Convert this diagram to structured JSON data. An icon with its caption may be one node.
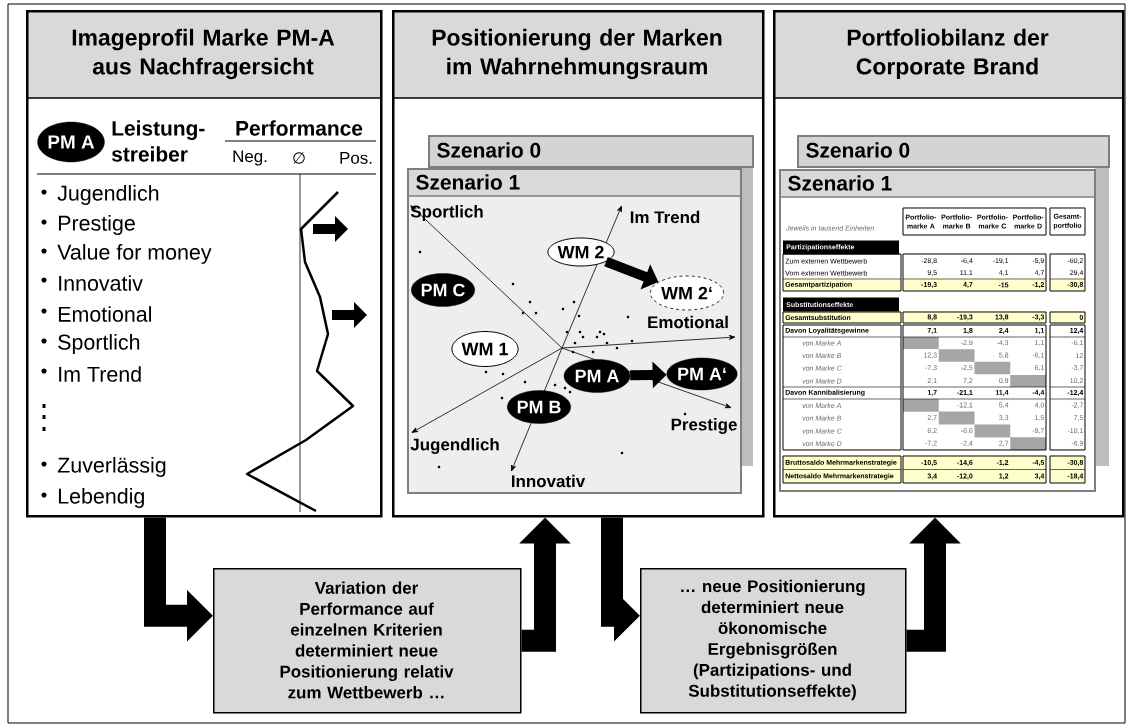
{
  "diagram": {
    "nodes": [
      {
        "text": [
          "Imageprofil Marke PM-A aus Nachfragersicht"
        ]
      },
      {
        "text": [
          "PM A"
        ],
        "in": 0
      },
      {
        "text": [
          "Positionierung der Marken im Wahrnehmungsraum"
        ]
      },
      {
        "text": [
          "Szenario 0"
        ],
        "in": 2
      },
      {
        "text": [
          "Szenario 1"
        ],
        "in": 2
      },
      {
        "text": [
          "WM 2"
        ],
        "in": 4
      },
      {
        "text": [
          "WM 2‘"
        ],
        "in": 4
      },
      {
        "text": [
          "PM C"
        ],
        "in": 4
      },
      {
        "text": [
          "WM 1"
        ],
        "in": 4
      },
      {
        "text": [
          "PM A"
        ],
        "in": 4
      },
      {
        "text": [
          "PM A‘"
        ],
        "in": 4
      },
      {
        "text": [
          "PM B"
        ],
        "in": 4
      },
      {
        "text": [
          "Portfoliobilanz der Corporate Brand"
        ]
      },
      {
        "text": [
          "Szenario 0"
        ],
        "in": 12
      },
      {
        "text": [
          "Szenario 1"
        ],
        "in": 12
      },
      {
        "text": [
          "Variation der Performance auf einzelnen Kriterien determiniert neue Positionierung relativ zum Wettbewerb …"
        ]
      },
      {
        "text": [
          "… neue Positionierung determiniert neue ökonomische Ergebnisgrößen (Partizipations- und Substitutionseffekte)"
        ]
      }
    ],
    "edges": [
      {
        "from": 0,
        "to": 15,
        "arrow": "to"
      },
      {
        "from": 15,
        "to": 2,
        "arrow": "to"
      },
      {
        "from": 2,
        "to": 16,
        "arrow": "to"
      },
      {
        "from": 16,
        "to": 12,
        "arrow": "to"
      },
      {
        "from": 5,
        "to": 6,
        "arrow": "to"
      },
      {
        "from": 9,
        "to": 10,
        "arrow": "to"
      }
    ],
    "labels": [
      "Leistung- streiber",
      "Performance",
      "Neg.",
      "∅",
      "Pos.",
      "Jugendlich",
      "Prestige",
      "Value for money",
      "Innovativ",
      "Emotional",
      "Sportlich",
      "Im Trend",
      "Zuverlässig",
      "Lebendig",
      "Sportlich",
      "Im Trend",
      "Emotional",
      "Prestige",
      "Jugendlich",
      "Innovativ",
      "Jeweils in tausend Einheiten",
      "Portfolio- marke A",
      "Portfolio- marke B",
      "Portfolio- marke C",
      "Portfolio- marke D",
      "Gesamt- portfolio",
      "Partizipationseffekte",
      "Zum externen Wettbewerb",
      "-28,8",
      "-6,4",
      "-19,1",
      "-5,9",
      "-60,2",
      "Vom externen Wettbewerb",
      "9,5",
      "11,1",
      "4,1",
      "4,7",
      "29,4",
      "Gesamtpartizipation",
      "-19,3",
      "4,7",
      "-15",
      "-1,2",
      "-30,8",
      "Substitutionseffekte",
      "Gesamtsubstitution",
      "8,8",
      "-19,3",
      "13,8",
      "-3,3",
      "0",
      "Davon Loyalitätsgewinne",
      "7,1",
      "1,8",
      "2,4",
      "1,1",
      "12,4",
      "von Marke A",
      "-2,9",
      "-4,3",
      "1,1",
      "-6,1",
      "von Marke B",
      "12,3",
      "5,8",
      "-6,1",
      "12",
      "von Marke C",
      "-7,3",
      "-2,5",
      "6,1",
      "-3,7",
      "von Marke D",
      "2,1",
      "7,2",
      "0,9",
      "10,2",
      "Davon Kannibalisierung",
      "1,7",
      "-21,1",
      "11,4",
      "-4,4",
      "-12,4",
      "von Marke A",
      "-12,1",
      "5,4",
      "4,0",
      "-2,7",
      "von Marke B",
      "2,7",
      "3,3",
      "1,5",
      "7,5",
      "von Marke C",
      "6,2",
      "-6,6",
      "-9,7",
      "-10,1",
      "von Marke D",
      "-7,2",
      "-2,4",
      "2,7",
      "-6,9",
      "Bruttosaldo Mehrmarkenstrategie",
      "-10,5",
      "-14,6",
      "-1,2",
      "-4,5",
      "-30,8",
      "Nettosaldo Mehrmarkenstrategie",
      "3,4",
      "-12,0",
      "1,2",
      "3,4",
      "-18,4"
    ]
  }
}
